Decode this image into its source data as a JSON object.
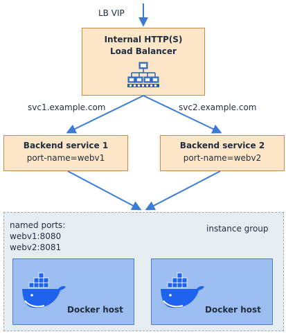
{
  "lb_vip": "LB VIP",
  "load_balancer": {
    "line1": "Internal HTTP(S)",
    "line2": "Load Balancer"
  },
  "routes": [
    {
      "host": "svc1.example.com"
    },
    {
      "host": "svc2.example.com"
    }
  ],
  "backends": [
    {
      "name": "Backend service 1",
      "port": "port-name=webv1"
    },
    {
      "name": "Backend service 2",
      "port": "port-name=webv2"
    }
  ],
  "instance_group": {
    "label": "instance group",
    "named_ports_title": "named ports:",
    "named_ports": [
      "webv1:8080",
      "webv2:8081"
    ],
    "hosts": [
      {
        "label": "Docker host",
        "icon": "docker-whale-icon"
      },
      {
        "label": "Docker host",
        "icon": "docker-whale-icon"
      }
    ]
  },
  "colors": {
    "box_fill": "#fde5c8",
    "box_border": "#c88a45",
    "arrow": "#3a7bd5",
    "group_fill": "#e6edf2",
    "host_fill": "#9bbdf0",
    "docker_blue": "#1d63ed"
  }
}
